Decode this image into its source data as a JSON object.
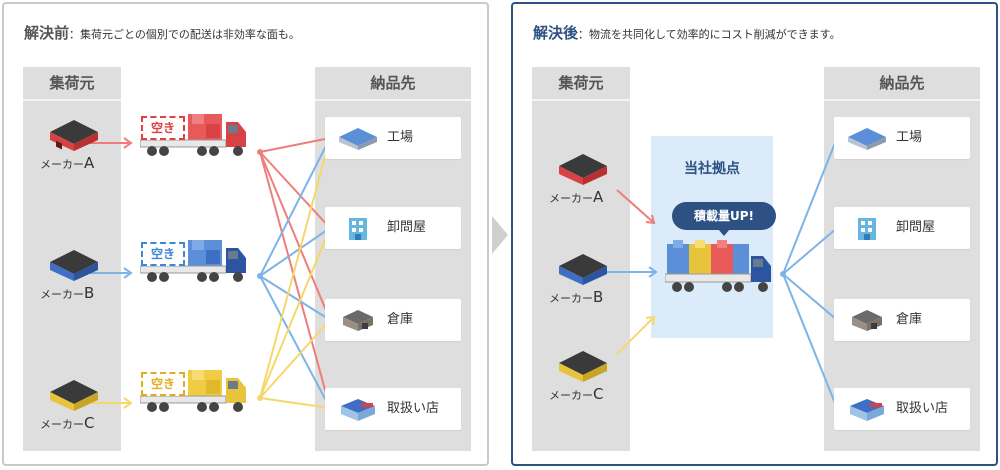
{
  "before": {
    "title": "解決前",
    "subtitle": "：集荷元ごとの個別での配送は非効率な面も。",
    "shipper_header": "集荷元",
    "dest_header": "納品先",
    "empty_label": "空き",
    "makers": [
      {
        "prefix": "メーカー",
        "letter": "A",
        "color": "#d94244"
      },
      {
        "prefix": "メーカー",
        "letter": "B",
        "color": "#3f6fc4"
      },
      {
        "prefix": "メーカー",
        "letter": "C",
        "color": "#e8c43c"
      }
    ],
    "destinations": [
      {
        "label": "工場",
        "icon": "factory-icon"
      },
      {
        "label": "卸問屋",
        "icon": "wholesaler-icon"
      },
      {
        "label": "倉庫",
        "icon": "warehouse-icon"
      },
      {
        "label": "取扱い店",
        "icon": "store-icon"
      }
    ]
  },
  "after": {
    "title": "解決後",
    "subtitle": "：物流を共同化して効率的にコスト削減ができます。",
    "shipper_header": "集荷元",
    "dest_header": "納品先",
    "hub_title": "当社拠点",
    "hub_badge": "積載量UP!",
    "makers": [
      {
        "prefix": "メーカー",
        "letter": "A",
        "color": "#d94244"
      },
      {
        "prefix": "メーカー",
        "letter": "B",
        "color": "#3f6fc4"
      },
      {
        "prefix": "メーカー",
        "letter": "C",
        "color": "#e8c43c"
      }
    ],
    "destinations": [
      {
        "label": "工場",
        "icon": "factory-icon"
      },
      {
        "label": "卸問屋",
        "icon": "wholesaler-icon"
      },
      {
        "label": "倉庫",
        "icon": "warehouse-icon"
      },
      {
        "label": "取扱い店",
        "icon": "store-icon"
      }
    ]
  },
  "colors": {
    "red": "#ee7d7b",
    "blue": "#7db4e8",
    "yellow": "#f5d86a",
    "brand": "#2d5183",
    "column": "#dedede"
  }
}
